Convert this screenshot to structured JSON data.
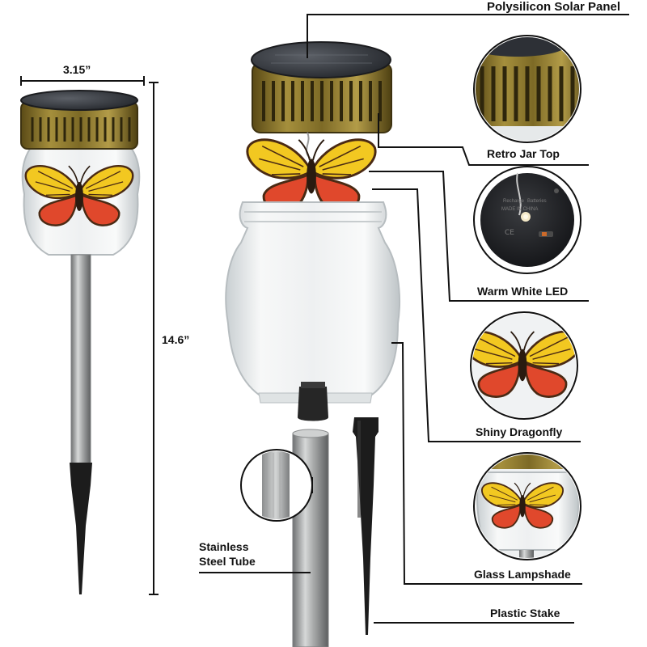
{
  "dimensions": {
    "width": "3.15”",
    "height": "14.6”"
  },
  "callouts": {
    "solar_panel": "Polysilicon Solar Panel",
    "jar_top": "Retro Jar Top",
    "led": "Warm White  LED",
    "dragonfly": "Shiny Dragonfly",
    "tube_line1": "Stainless",
    "tube_line2": "Steel Tube",
    "lampshade": "Glass Lampshade",
    "stake": "Plastic Stake"
  },
  "led_switch": {
    "line1": "Recharge",
    "line2": "Batteries",
    "line3": "MADE IN CHINA"
  },
  "colors": {
    "lid_bronze": "#8a7628",
    "lid_dark": "#4a3e12",
    "panel": "#2d3036",
    "butterfly_yellow": "#f2c821",
    "butterfly_red": "#e0482c",
    "butterfly_outline": "#4a2a14",
    "tube": "#a9abab",
    "stake": "#1c1c1c",
    "glass": "#eef1f2"
  },
  "icons": {
    "panel": "solar-panel-icon",
    "butterfly": "butterfly-icon",
    "led": "led-bulb-icon",
    "stake": "spike-icon"
  }
}
